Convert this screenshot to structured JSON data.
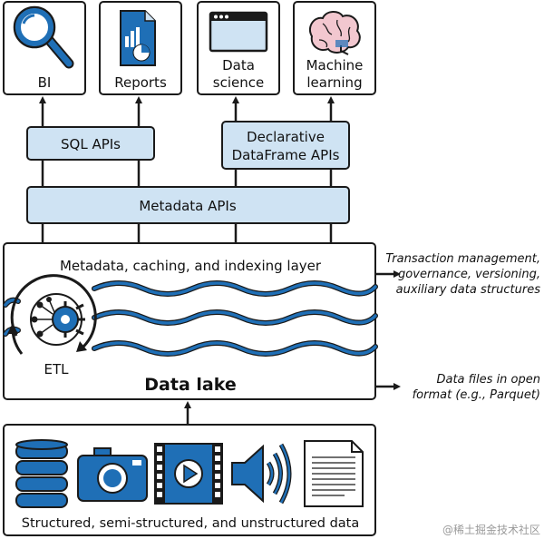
{
  "colors": {
    "accent": "#1f6fb6",
    "light_blue": "#cfe3f3",
    "stroke": "#1a1a1a",
    "brain_pink": "#f2c7cf"
  },
  "consumers": [
    {
      "label_lines": [
        "BI"
      ],
      "icon": "magnifier-icon"
    },
    {
      "label_lines": [
        "Reports"
      ],
      "icon": "report-chart-icon"
    },
    {
      "label_lines": [
        "Data",
        "science"
      ],
      "icon": "browser-window-icon"
    },
    {
      "label_lines": [
        "Machine",
        "learning"
      ],
      "icon": "brain-icon"
    }
  ],
  "apis": {
    "sql": "SQL APIs",
    "declarative_lines": [
      "Declarative",
      "DataFrame APIs"
    ],
    "metadata": "Metadata APIs"
  },
  "lakehouse": {
    "layer_title": "Metadata, caching, and indexing layer",
    "etl_label": "ETL",
    "data_lake_label": "Data lake"
  },
  "annotations": {
    "transaction_lines": [
      "Transaction management,",
      "governance, versioning,",
      "auxiliary data structures"
    ],
    "files_lines": [
      "Data files in open",
      "format (e.g., Parquet)"
    ]
  },
  "sources": {
    "label": "Structured, semi-structured, and unstructured data",
    "icons": [
      "database-icon",
      "camera-icon",
      "video-icon",
      "audio-icon",
      "document-icon"
    ]
  },
  "watermark": "@稀土掘金技术社区"
}
